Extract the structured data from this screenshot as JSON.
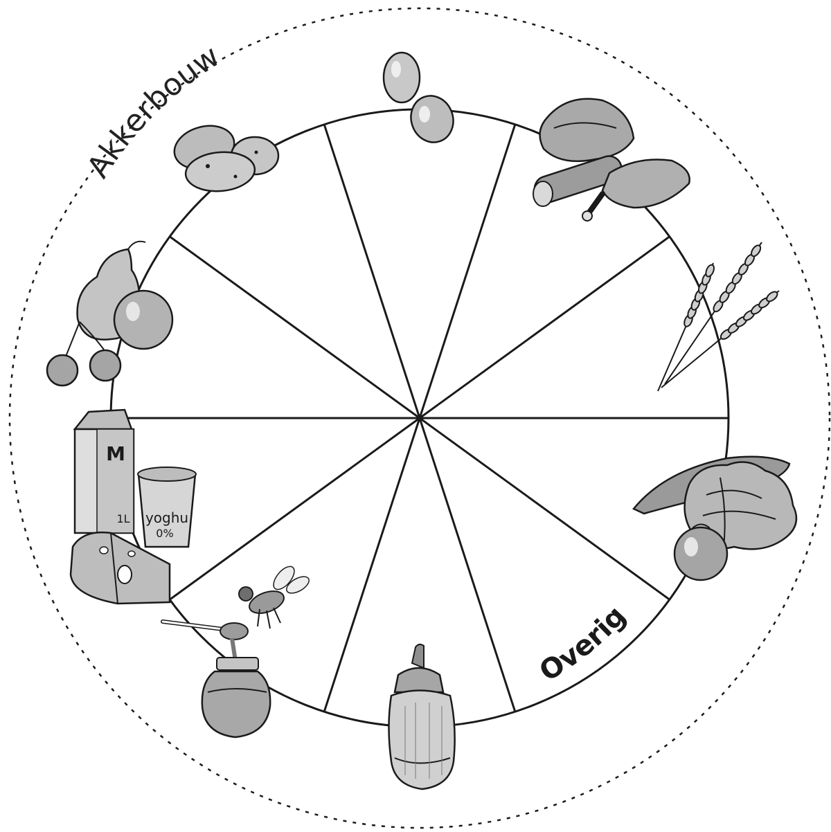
{
  "wheel": {
    "outer_label": "Akkerbouw",
    "segment_label": "Overig",
    "segment_count": 10
  },
  "items": [
    {
      "name": "eggs-icon"
    },
    {
      "name": "meat-icon"
    },
    {
      "name": "wheat-icon"
    },
    {
      "name": "vegetables-icon"
    },
    {
      "name": "sugar-dispenser-icon"
    },
    {
      "name": "honey-jar-icon"
    },
    {
      "name": "bee-icon"
    },
    {
      "name": "dairy-icon"
    },
    {
      "name": "fruit-icon"
    },
    {
      "name": "potatoes-icon"
    }
  ],
  "dairy": {
    "milk_letter": "M",
    "milk_volume": "1L",
    "yoghurt_text": "yoghu",
    "yoghurt_fat": "0%"
  },
  "colors": {
    "ink": "#1a1a1a",
    "shade": "#b5b5b5",
    "light": "#dcdcdc"
  }
}
